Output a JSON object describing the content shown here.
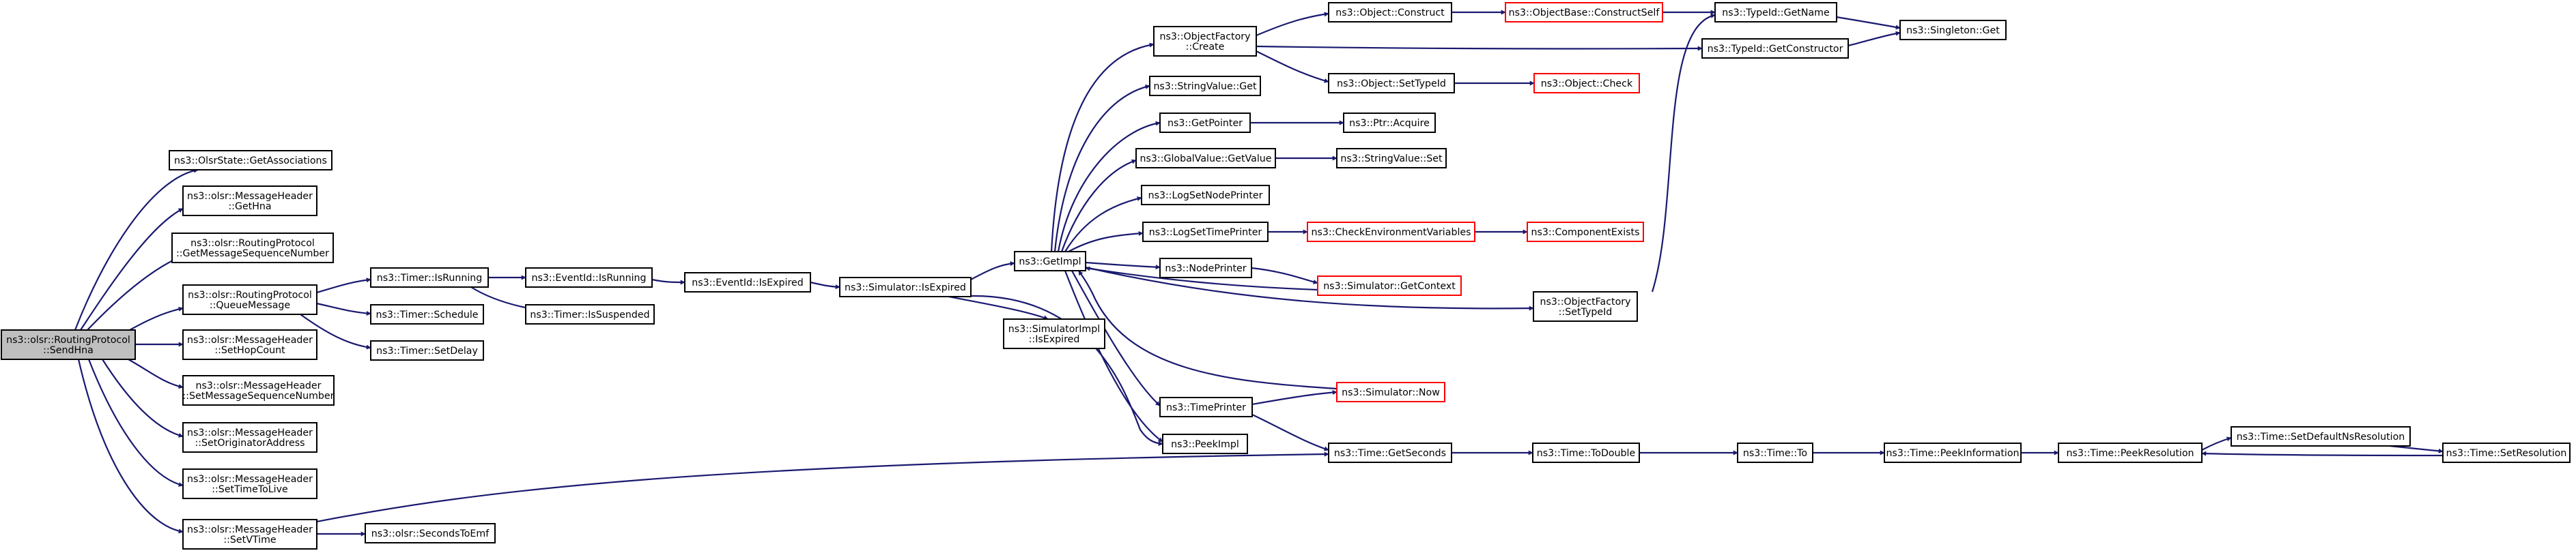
{
  "diagram": {
    "nodes": [
      {
        "id": "sendhna",
        "lines": [
          "ns3::olsr::RoutingProtocol",
          "::SendHna"
        ],
        "kind": "focus"
      },
      {
        "id": "getassoc",
        "lines": [
          "ns3::OlsrState::GetAssociations"
        ]
      },
      {
        "id": "gethna",
        "lines": [
          "ns3::olsr::MessageHeader",
          "::GetHna"
        ]
      },
      {
        "id": "getmsgseq",
        "lines": [
          "ns3::olsr::RoutingProtocol",
          "::GetMessageSequenceNumber"
        ]
      },
      {
        "id": "queuemsg",
        "lines": [
          "ns3::olsr::RoutingProtocol",
          "::QueueMessage"
        ]
      },
      {
        "id": "sethopcount",
        "lines": [
          "ns3::olsr::MessageHeader",
          "::SetHopCount"
        ]
      },
      {
        "id": "setmsgseq",
        "lines": [
          "ns3::olsr::MessageHeader",
          "::SetMessageSequenceNumber"
        ]
      },
      {
        "id": "setorig",
        "lines": [
          "ns3::olsr::MessageHeader",
          "::SetOriginatorAddress"
        ]
      },
      {
        "id": "setttl",
        "lines": [
          "ns3::olsr::MessageHeader",
          "::SetTimeToLive"
        ]
      },
      {
        "id": "setvtime",
        "lines": [
          "ns3::olsr::MessageHeader",
          "::SetVTime"
        ]
      },
      {
        "id": "timerisrunning",
        "lines": [
          "ns3::Timer::IsRunning"
        ]
      },
      {
        "id": "timerschedule",
        "lines": [
          "ns3::Timer::Schedule"
        ]
      },
      {
        "id": "timersetdelay",
        "lines": [
          "ns3::Timer::SetDelay"
        ]
      },
      {
        "id": "timerissuspended",
        "lines": [
          "ns3::Timer::IsSuspended"
        ]
      },
      {
        "id": "eventidisrunning",
        "lines": [
          "ns3::EventId::IsRunning"
        ]
      },
      {
        "id": "eventidisexpired",
        "lines": [
          "ns3::EventId::IsExpired"
        ]
      },
      {
        "id": "simisexpired",
        "lines": [
          "ns3::Simulator::IsExpired"
        ]
      },
      {
        "id": "simimplisexpired",
        "lines": [
          "ns3::SimulatorImpl",
          "::IsExpired"
        ]
      },
      {
        "id": "getimpl",
        "lines": [
          "ns3::GetImpl"
        ]
      },
      {
        "id": "secondstoemf",
        "lines": [
          "ns3::olsr::SecondsToEmf"
        ]
      },
      {
        "id": "objfactorycreate",
        "lines": [
          "ns3::ObjectFactory",
          "::Create"
        ]
      },
      {
        "id": "stringvalueget",
        "lines": [
          "ns3::StringValue::Get"
        ]
      },
      {
        "id": "getpointer",
        "lines": [
          "ns3::GetPointer"
        ]
      },
      {
        "id": "globalvaluegetvalue",
        "lines": [
          "ns3::GlobalValue::GetValue"
        ]
      },
      {
        "id": "logsetnodeprinter",
        "lines": [
          "ns3::LogSetNodePrinter"
        ]
      },
      {
        "id": "logsettimeprinter",
        "lines": [
          "ns3::LogSetTimePrinter"
        ]
      },
      {
        "id": "nodeprinter",
        "lines": [
          "ns3::NodePrinter"
        ]
      },
      {
        "id": "timeprinter",
        "lines": [
          "ns3::TimePrinter"
        ]
      },
      {
        "id": "peekimpl",
        "lines": [
          "ns3::PeekImpl"
        ]
      },
      {
        "id": "objectconstruct",
        "lines": [
          "ns3::Object::Construct"
        ]
      },
      {
        "id": "objectsettypeid",
        "lines": [
          "ns3::Object::SetTypeId"
        ]
      },
      {
        "id": "ptracquire",
        "lines": [
          "ns3::Ptr::Acquire"
        ]
      },
      {
        "id": "stringvalueset",
        "lines": [
          "ns3::StringValue::Set"
        ]
      },
      {
        "id": "checkenv",
        "lines": [
          "ns3::CheckEnvironmentVariables"
        ],
        "kind": "truncated"
      },
      {
        "id": "simgetcontext",
        "lines": [
          "ns3::Simulator::GetContext"
        ],
        "kind": "truncated"
      },
      {
        "id": "simnow",
        "lines": [
          "ns3::Simulator::Now"
        ],
        "kind": "truncated"
      },
      {
        "id": "timegetseconds",
        "lines": [
          "ns3::Time::GetSeconds"
        ]
      },
      {
        "id": "objectbaseconstructself",
        "lines": [
          "ns3::ObjectBase::ConstructSelf"
        ],
        "kind": "truncated"
      },
      {
        "id": "objectcheck",
        "lines": [
          "ns3::Object::Check"
        ],
        "kind": "truncated"
      },
      {
        "id": "componentexists",
        "lines": [
          "ns3::ComponentExists"
        ],
        "kind": "truncated"
      },
      {
        "id": "objfactorysettypeid",
        "lines": [
          "ns3::ObjectFactory",
          "::SetTypeId"
        ]
      },
      {
        "id": "timetodouble",
        "lines": [
          "ns3::Time::ToDouble"
        ]
      },
      {
        "id": "typeidgetname",
        "lines": [
          "ns3::TypeId::GetName"
        ]
      },
      {
        "id": "typeidgetconstructor",
        "lines": [
          "ns3::TypeId::GetConstructor"
        ]
      },
      {
        "id": "singletonget",
        "lines": [
          "ns3::Singleton::Get"
        ]
      },
      {
        "id": "timeto",
        "lines": [
          "ns3::Time::To"
        ]
      },
      {
        "id": "timepeekinformation",
        "lines": [
          "ns3::Time::PeekInformation"
        ]
      },
      {
        "id": "timepeekresolution",
        "lines": [
          "ns3::Time::PeekResolution"
        ]
      },
      {
        "id": "timesetdefaultnsres",
        "lines": [
          "ns3::Time::SetDefaultNsResolution"
        ]
      },
      {
        "id": "timesetresolution",
        "lines": [
          "ns3::Time::SetResolution"
        ]
      }
    ],
    "edges": [
      [
        "sendhna",
        "getassoc"
      ],
      [
        "sendhna",
        "gethna"
      ],
      [
        "sendhna",
        "getmsgseq"
      ],
      [
        "sendhna",
        "queuemsg"
      ],
      [
        "sendhna",
        "sethopcount"
      ],
      [
        "sendhna",
        "setmsgseq"
      ],
      [
        "sendhna",
        "setorig"
      ],
      [
        "sendhna",
        "setttl"
      ],
      [
        "sendhna",
        "setvtime"
      ],
      [
        "queuemsg",
        "timerisrunning"
      ],
      [
        "queuemsg",
        "timerschedule"
      ],
      [
        "queuemsg",
        "timersetdelay"
      ],
      [
        "timerisrunning",
        "eventidisrunning"
      ],
      [
        "timerisrunning",
        "timerissuspended"
      ],
      [
        "eventidisrunning",
        "eventidisexpired"
      ],
      [
        "eventidisexpired",
        "simisexpired"
      ],
      [
        "simisexpired",
        "getimpl"
      ],
      [
        "simisexpired",
        "simimplisexpired"
      ],
      [
        "simisexpired",
        "peekimpl"
      ],
      [
        "setvtime",
        "secondstoemf"
      ],
      [
        "setvtime",
        "timegetseconds"
      ],
      [
        "getimpl",
        "objfactorycreate"
      ],
      [
        "getimpl",
        "stringvalueget"
      ],
      [
        "getimpl",
        "getpointer"
      ],
      [
        "getimpl",
        "globalvaluegetvalue"
      ],
      [
        "getimpl",
        "logsetnodeprinter"
      ],
      [
        "getimpl",
        "logsettimeprinter"
      ],
      [
        "getimpl",
        "nodeprinter"
      ],
      [
        "getimpl",
        "timeprinter"
      ],
      [
        "getimpl",
        "peekimpl"
      ],
      [
        "getimpl",
        "objfactorysettypeid"
      ],
      [
        "objfactorycreate",
        "objectconstruct"
      ],
      [
        "objfactorycreate",
        "objectsettypeid"
      ],
      [
        "objfactorycreate",
        "typeidgetconstructor"
      ],
      [
        "objectconstruct",
        "objectbaseconstructself"
      ],
      [
        "objectbaseconstructself",
        "typeidgetname"
      ],
      [
        "objectsettypeid",
        "objectcheck"
      ],
      [
        "getpointer",
        "ptracquire"
      ],
      [
        "globalvaluegetvalue",
        "stringvalueset"
      ],
      [
        "logsettimeprinter",
        "checkenv"
      ],
      [
        "checkenv",
        "componentexists"
      ],
      [
        "nodeprinter",
        "simgetcontext"
      ],
      [
        "simgetcontext",
        "getimpl"
      ],
      [
        "timeprinter",
        "simnow"
      ],
      [
        "timeprinter",
        "timegetseconds"
      ],
      [
        "simnow",
        "getimpl"
      ],
      [
        "objfactorysettypeid",
        "typeidgetname"
      ],
      [
        "typeidgetname",
        "singletonget"
      ],
      [
        "typeidgetconstructor",
        "singletonget"
      ],
      [
        "timegetseconds",
        "timetodouble"
      ],
      [
        "timetodouble",
        "timeto"
      ],
      [
        "timeto",
        "timepeekinformation"
      ],
      [
        "timepeekinformation",
        "timepeekresolution"
      ],
      [
        "timepeekresolution",
        "timesetdefaultnsres"
      ],
      [
        "timesetdefaultnsres",
        "timesetresolution"
      ],
      [
        "timesetresolution",
        "timepeekresolution"
      ]
    ]
  }
}
